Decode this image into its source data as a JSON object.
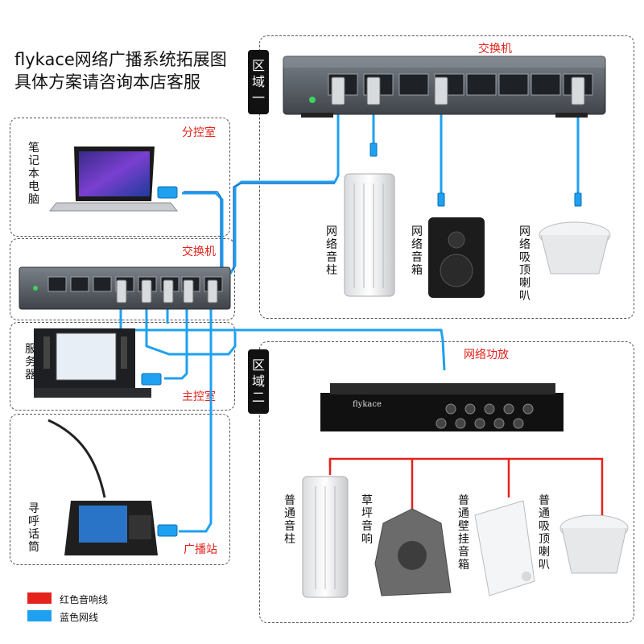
{
  "title": {
    "line1": "flykace网络广播系统拓展图",
    "line2": "具体方案请咨询本店客服"
  },
  "zones": {
    "zone1": "区域一",
    "zone2": "区域二"
  },
  "rooms": {
    "sub_control": "分控室",
    "switch_left": "交换机",
    "main_control": "主控室",
    "broadcast_station": "广播站",
    "switch_top": "交换机",
    "net_amp": "网络功放"
  },
  "devices": {
    "laptop": "笔记本电脑",
    "server": "服务器",
    "paging_mic": "寻呼话筒",
    "net_column": "网络音柱",
    "net_box": "网络音箱",
    "net_ceiling": "网络吸顶喇叭",
    "plain_column": "普通音柱",
    "lawn_speaker": "草坪音响",
    "wall_speaker": "普通壁挂音箱",
    "plain_ceiling": "普通吸顶喇叭"
  },
  "legend": {
    "red": "红色音响线",
    "blue": "蓝色网线"
  },
  "colors": {
    "red": "#e3231c",
    "blue": "#1fa0f0",
    "navy": "#1565c0",
    "device_dark": "#2b2b2b",
    "switch_gray": "#5a5f66"
  },
  "amp_brand": "flykace"
}
